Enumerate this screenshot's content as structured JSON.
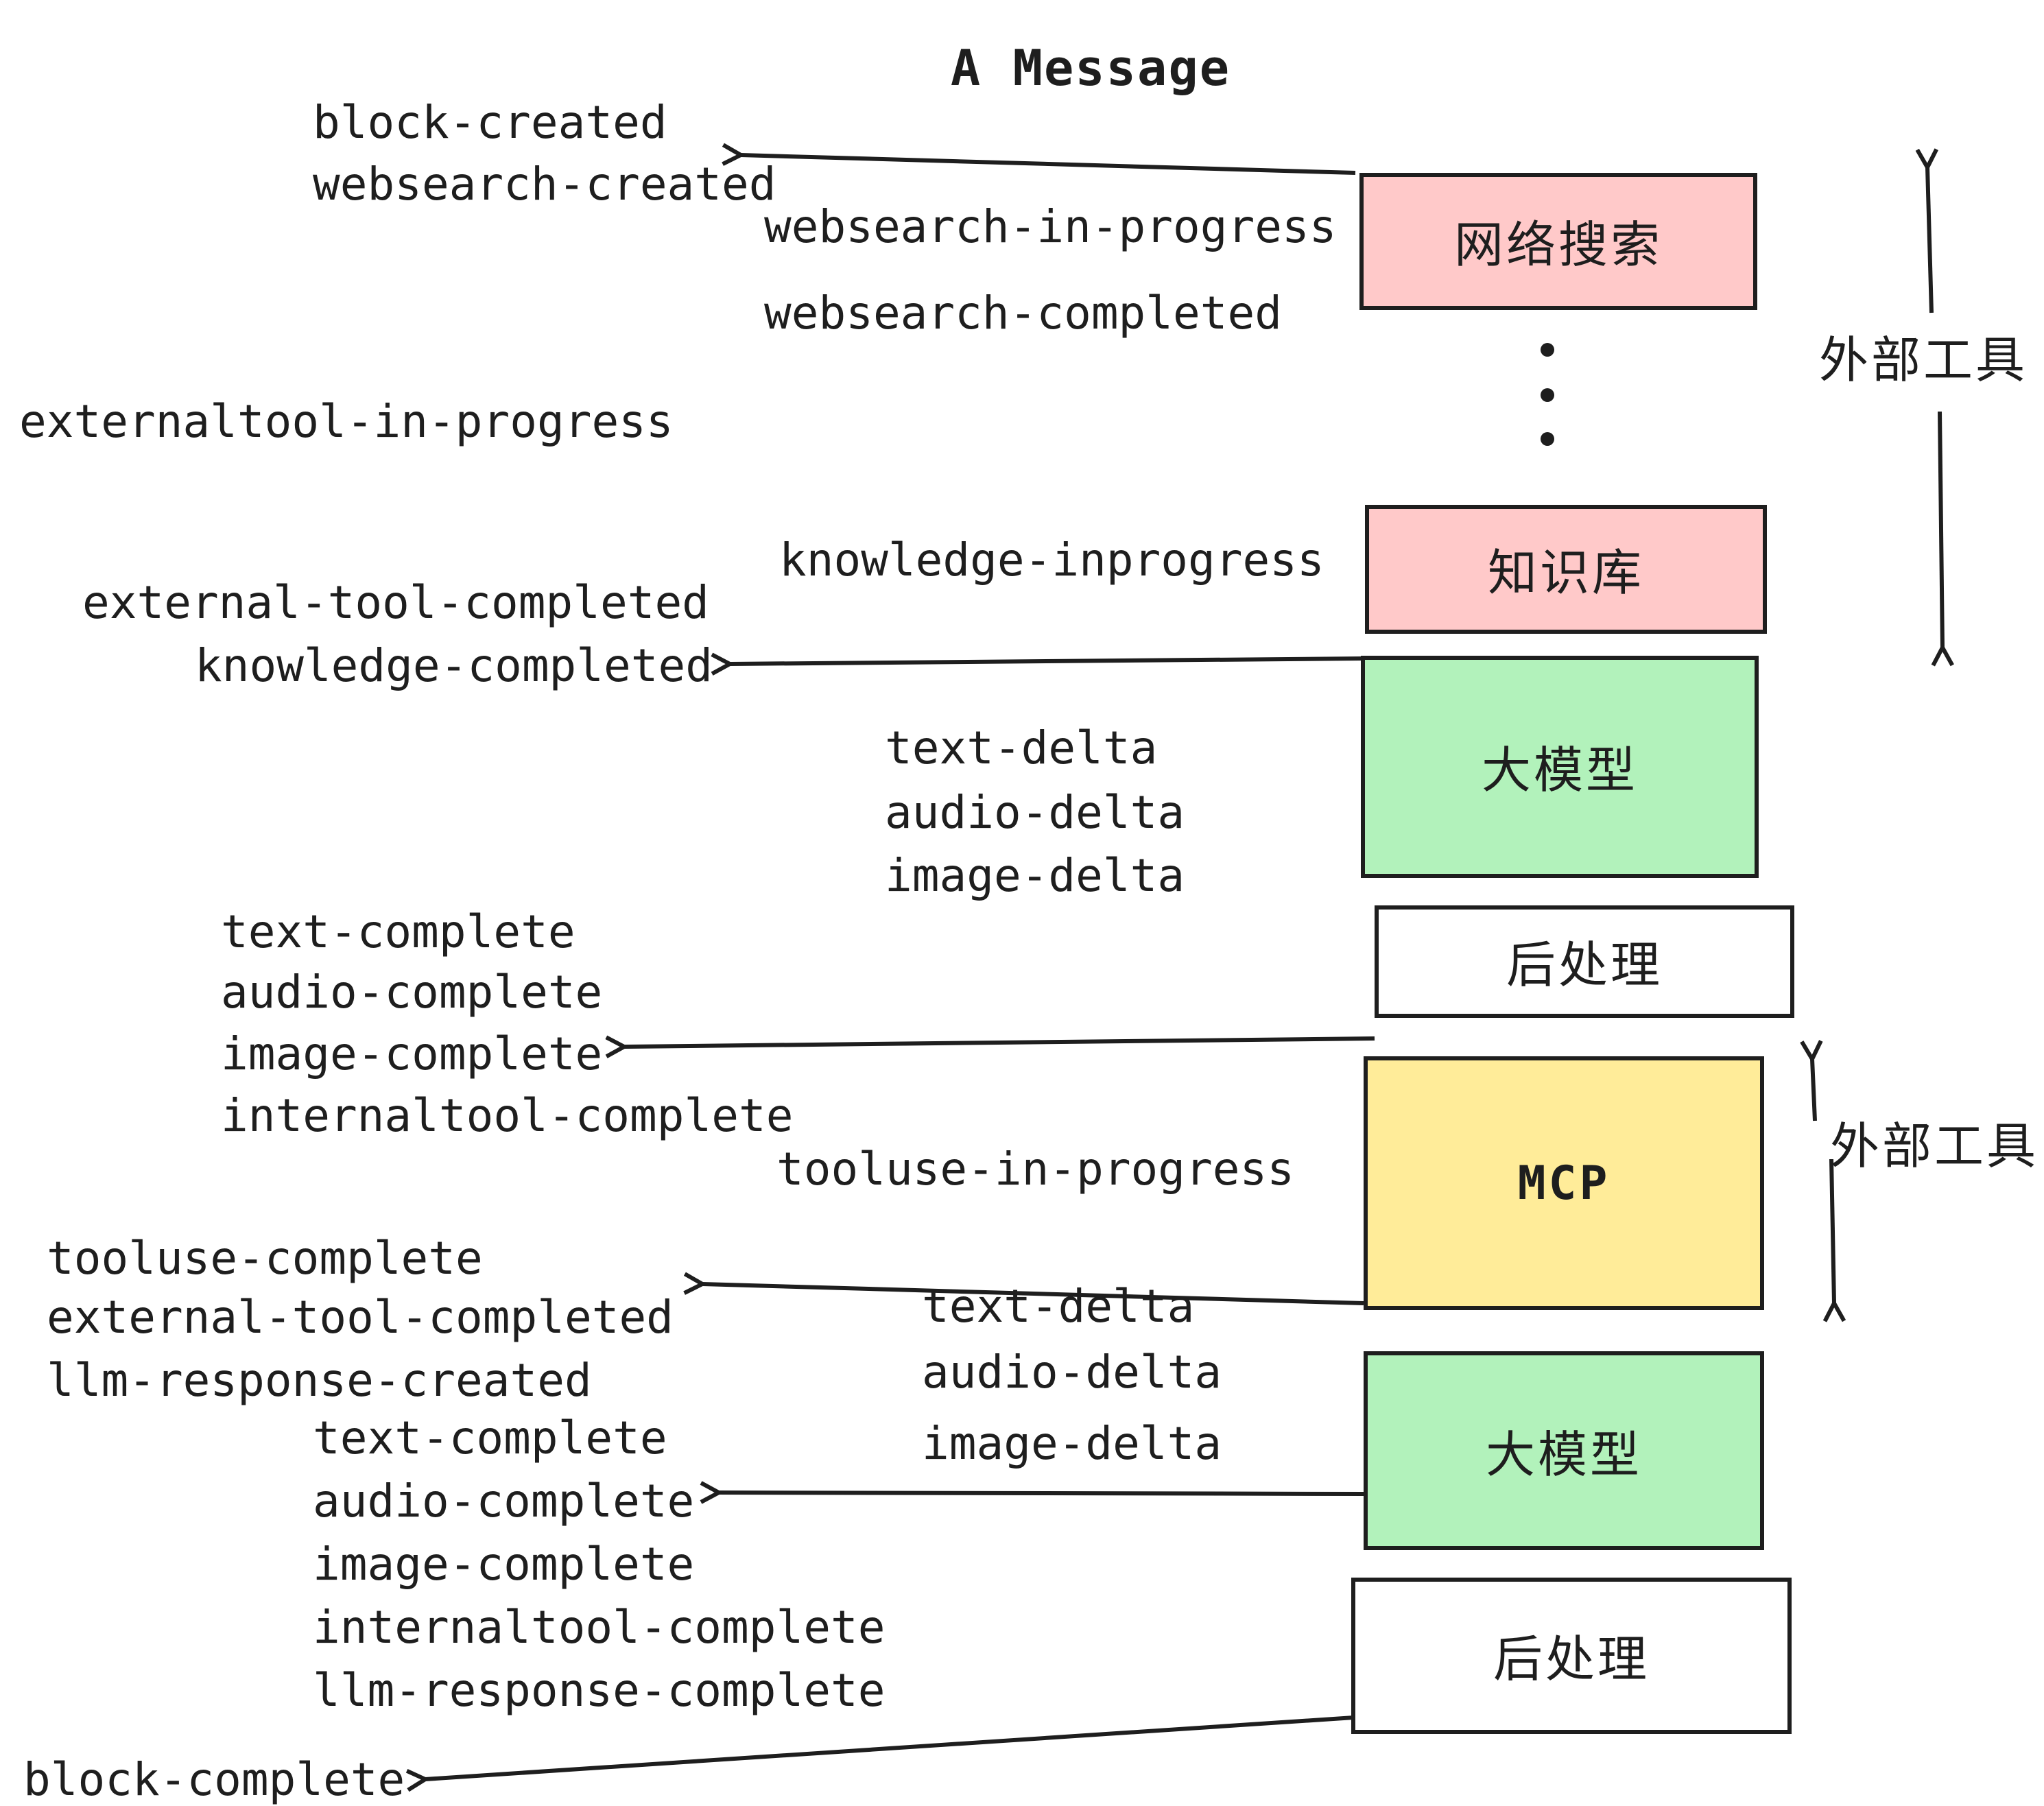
{
  "title": "A Message",
  "colors": {
    "pink": "#ffc9c9",
    "green": "#b2f2bb",
    "yellow": "#ffec99",
    "white": "#ffffff",
    "stroke": "#1e1e1e",
    "text": "#1e1e1e",
    "background": "#ffffff"
  },
  "boxes": [
    {
      "id": "websearch",
      "label": "网络搜索",
      "color": "pink"
    },
    {
      "id": "knowledge",
      "label": "知识库",
      "color": "pink"
    },
    {
      "id": "llm-1",
      "label": "大模型",
      "color": "green"
    },
    {
      "id": "postprocess-1",
      "label": "后处理",
      "color": "white"
    },
    {
      "id": "mcp",
      "label": "MCP",
      "color": "yellow"
    },
    {
      "id": "llm-2",
      "label": "大模型",
      "color": "green"
    },
    {
      "id": "postprocess-2",
      "label": "后处理",
      "color": "white"
    }
  ],
  "side_labels": {
    "external_tool_top": "外部工具",
    "external_tool_mcp": "外部工具"
  },
  "events": [
    "block-created",
    "websearch-created",
    "websearch-in-progress",
    "websearch-completed",
    "externaltool-in-progress",
    "knowledge-inprogress",
    "external-tool-completed",
    "knowledge-completed",
    "text-delta",
    "audio-delta",
    "image-delta",
    "text-complete",
    "audio-complete",
    "image-complete",
    "internaltool-complete",
    "tooluse-in-progress",
    "tooluse-complete",
    "external-tool-completed",
    "llm-response-created",
    "text-delta",
    "audio-delta",
    "image-delta",
    "text-complete",
    "audio-complete",
    "image-complete",
    "internaltool-complete",
    "llm-response-complete",
    "block-complete"
  ]
}
